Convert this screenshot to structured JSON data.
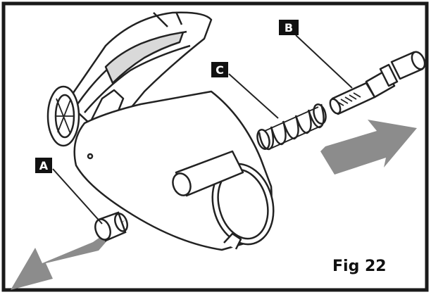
{
  "figure": {
    "caption": "Fig 22",
    "labels": {
      "a": "A",
      "b": "B",
      "c": "C"
    },
    "colors": {
      "frame": "#1a1a1a",
      "line": "#222222",
      "arrow": "#8c8c8c",
      "label_bg": "#111111",
      "label_text": "#ffffff",
      "shade": "#d9d9d9"
    }
  }
}
